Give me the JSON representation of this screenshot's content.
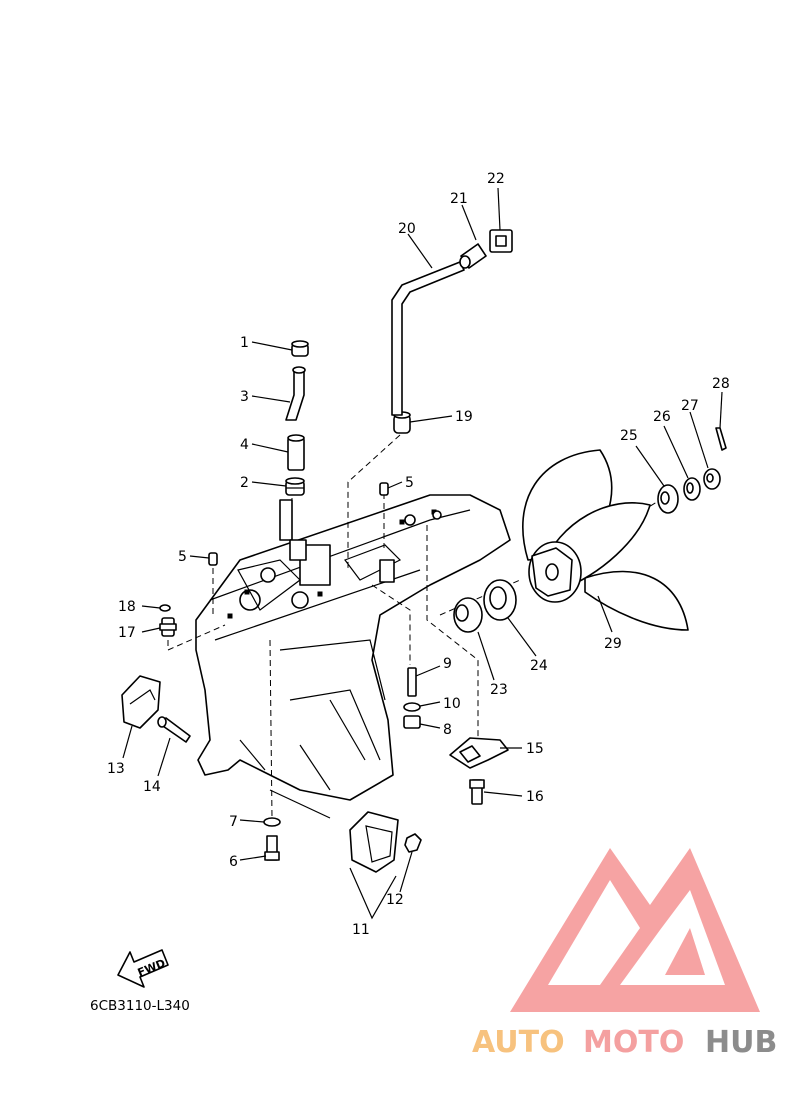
{
  "diagram_code": "6CB3110-L340",
  "fwd_label": "FWD",
  "watermark": {
    "part1": "AUTO",
    "part2": "MOTO",
    "part3": "HUB"
  },
  "callouts": [
    {
      "id": "c1",
      "text": "1"
    },
    {
      "id": "c2",
      "text": "2"
    },
    {
      "id": "c3",
      "text": "3"
    },
    {
      "id": "c4",
      "text": "4"
    },
    {
      "id": "c5a",
      "text": "5"
    },
    {
      "id": "c5b",
      "text": "5"
    },
    {
      "id": "c6",
      "text": "6"
    },
    {
      "id": "c7",
      "text": "7"
    },
    {
      "id": "c8",
      "text": "8"
    },
    {
      "id": "c9",
      "text": "9"
    },
    {
      "id": "c10",
      "text": "10"
    },
    {
      "id": "c11",
      "text": "11"
    },
    {
      "id": "c12",
      "text": "12"
    },
    {
      "id": "c13",
      "text": "13"
    },
    {
      "id": "c14",
      "text": "14"
    },
    {
      "id": "c15",
      "text": "15"
    },
    {
      "id": "c16",
      "text": "16"
    },
    {
      "id": "c17",
      "text": "17"
    },
    {
      "id": "c18",
      "text": "18"
    },
    {
      "id": "c19",
      "text": "19"
    },
    {
      "id": "c20",
      "text": "20"
    },
    {
      "id": "c21",
      "text": "21"
    },
    {
      "id": "c22",
      "text": "22"
    },
    {
      "id": "c23",
      "text": "23"
    },
    {
      "id": "c24",
      "text": "24"
    },
    {
      "id": "c25",
      "text": "25"
    },
    {
      "id": "c26",
      "text": "26"
    },
    {
      "id": "c27",
      "text": "27"
    },
    {
      "id": "c28",
      "text": "28"
    },
    {
      "id": "c29",
      "text": "29"
    }
  ]
}
